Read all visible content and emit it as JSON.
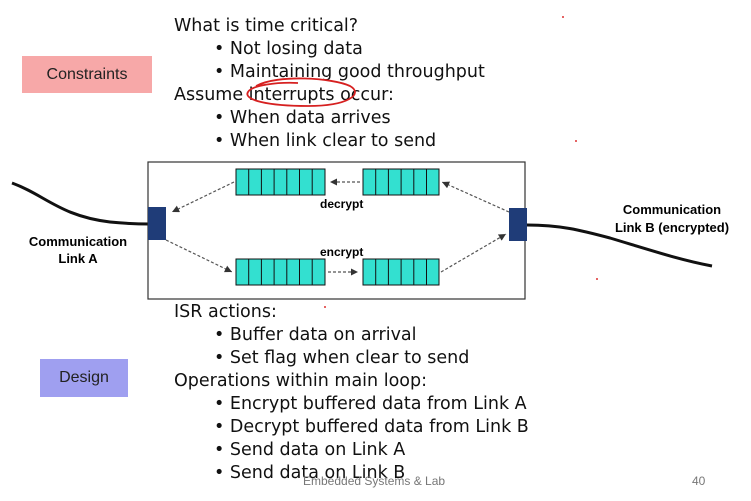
{
  "colors": {
    "constraints_fill": "#f7a8a8",
    "design_fill": "#9f9ff0",
    "buffer_fill": "#33e0d0",
    "port_fill": "#1f3c78",
    "annotation": "#d62020"
  },
  "side_labels": {
    "constraints": "Constraints",
    "design": "Design"
  },
  "top_block": {
    "heading": "What is time critical?",
    "items": [
      "Not losing data",
      "Maintaining good throughput"
    ],
    "heading2": "Assume interrupts occur:",
    "items2": [
      "When data arrives",
      "When link clear to send"
    ]
  },
  "diagram": {
    "link_a": [
      "Communication",
      "Link A"
    ],
    "link_b": [
      "Communication",
      "Link B (encrypted)"
    ],
    "decrypt": "decrypt",
    "encrypt": "encrypt"
  },
  "bottom_block": {
    "heading": "ISR actions:",
    "items": [
      "Buffer data on arrival",
      "Set flag when clear to send"
    ],
    "heading2": "Operations within main loop:",
    "items2": [
      "Encrypt buffered data from Link A",
      "Decrypt buffered data from Link B",
      "Send data on Link A",
      "Send data on Link B"
    ]
  },
  "footer": {
    "text": "Embedded Systems & Lab",
    "page": "40"
  }
}
